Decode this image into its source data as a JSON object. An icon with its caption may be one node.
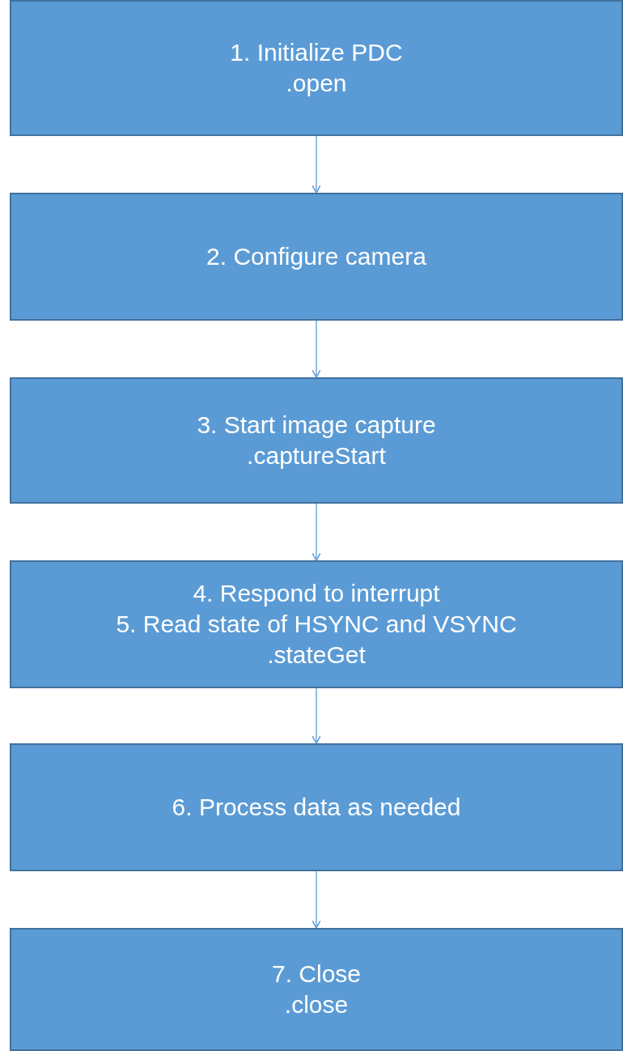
{
  "diagram": {
    "nodes": [
      {
        "text": [
          "1. Initialize PDC",
          ".open"
        ]
      },
      {
        "text": [
          "2. Configure camera"
        ]
      },
      {
        "text": [
          "3. Start image capture",
          ".captureStart"
        ]
      },
      {
        "text": [
          "4. Respond to interrupt",
          "5. Read state of HSYNC and VSYNC",
          ".stateGet"
        ]
      },
      {
        "text": [
          "6. Process data as needed"
        ]
      },
      {
        "text": [
          "7. Close",
          ".close"
        ]
      }
    ],
    "edges": [
      {
        "from": 0,
        "to": 1,
        "arrow": "to"
      },
      {
        "from": 1,
        "to": 2,
        "arrow": "to"
      },
      {
        "from": 2,
        "to": 3,
        "arrow": "to"
      },
      {
        "from": 3,
        "to": 4,
        "arrow": "to"
      },
      {
        "from": 4,
        "to": 5,
        "arrow": "to"
      }
    ]
  }
}
